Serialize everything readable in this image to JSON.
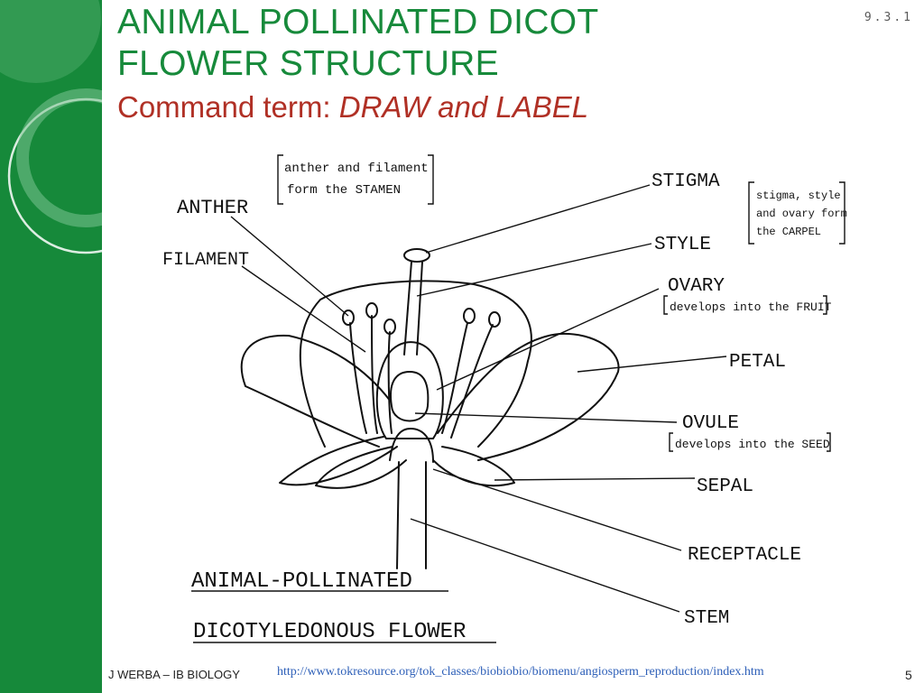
{
  "slide": {
    "section_number": "9.3.1",
    "title_line1": "ANIMAL POLLINATED DICOT",
    "title_line2": "FLOWER STRUCTURE",
    "command_prefix": "Command term: ",
    "command_emphasis": "DRAW and LABEL"
  },
  "diagram": {
    "note_stamen_line1": "anther and filament",
    "note_stamen_line2": "form the STAMEN",
    "note_carpel_line1": "stigma, style",
    "note_carpel_line2": "and ovary form",
    "note_carpel_line3": "the CARPEL",
    "labels": {
      "anther": "ANTHER",
      "filament": "FILAMENT",
      "stigma": "STIGMA",
      "style": "STYLE",
      "ovary": "OVARY",
      "ovary_note": "develops into the FRUIT",
      "petal": "PETAL",
      "ovule": "OVULE",
      "ovule_note": "develops into the SEED",
      "sepal": "SEPAL",
      "receptacle": "RECEPTACLE",
      "stem": "STEM"
    },
    "caption_line1": "ANIMAL-POLLINATED",
    "caption_line2": "DICOTYLEDONOUS FLOWER"
  },
  "footer": {
    "author": "J WERBA – IB BIOLOGY",
    "url": "http://www.tokresource.org/tok_classes/biobiobio/biomenu/angiosperm_reproduction/index.htm",
    "page_number": "5"
  },
  "colors": {
    "sidebar_green": "#16893a",
    "title_green": "#178a3b",
    "command_red": "#b03025",
    "link_blue": "#2d5fb8"
  }
}
